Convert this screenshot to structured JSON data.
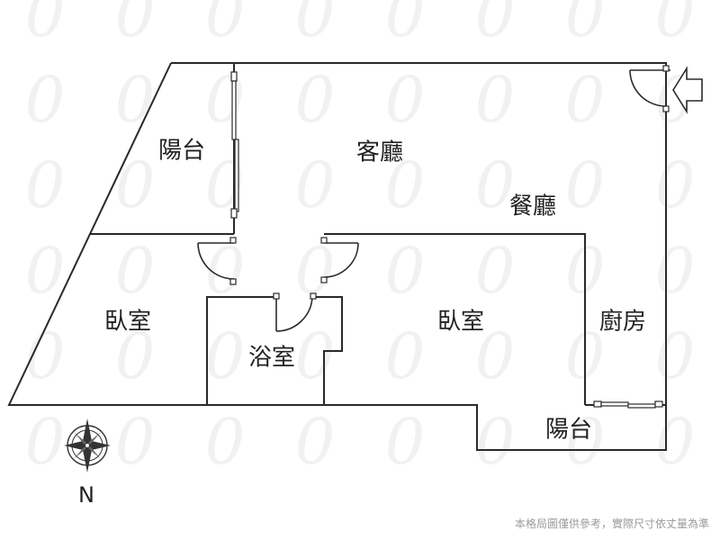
{
  "rooms": {
    "balcony_top": "陽台",
    "living_room": "客廳",
    "dining_room": "餐廳",
    "bedroom_left": "臥室",
    "bathroom": "浴室",
    "bedroom_right": "臥室",
    "kitchen": "廚房",
    "balcony_bottom": "陽台"
  },
  "compass": {
    "label": "N"
  },
  "disclaimer": "本格局圖僅供參考，實際尺寸依丈量為準",
  "watermark": "0",
  "colors": {
    "line": "#2a2a2a",
    "watermark": "#f1f1f1",
    "disclaimer": "#9a9a9a"
  }
}
